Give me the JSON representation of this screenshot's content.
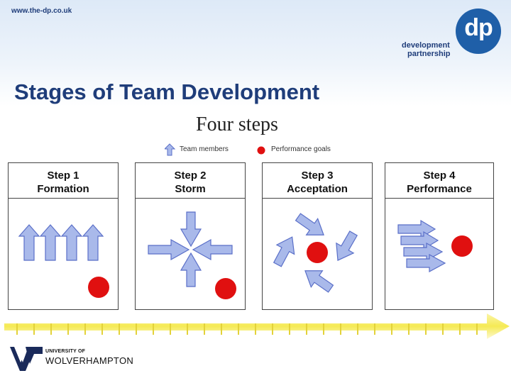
{
  "header": {
    "site_url": "www.the-dp.co.uk",
    "logo": {
      "letters": "dp",
      "line1": "development",
      "line2": "partnership"
    }
  },
  "slide": {
    "title": "Stages of Team Development"
  },
  "figure": {
    "title": "Four steps",
    "legend": [
      {
        "icon": "up-arrow-icon",
        "label": "Team members"
      },
      {
        "icon": "red-dot-icon",
        "label": "Performance goals"
      }
    ],
    "steps": [
      {
        "line1": "Step 1",
        "line2": "Formation"
      },
      {
        "line1": "Step 2",
        "line2": "Storm"
      },
      {
        "line1": "Step 3",
        "line2": "Acceptation"
      },
      {
        "line1": "Step 4",
        "line2": "Performance"
      }
    ]
  },
  "footer": {
    "university_small": "UNIVERSITY OF",
    "university_big": "WOLVERHAMPTON"
  },
  "colors": {
    "brand_blue": "#1f5fa8",
    "title_blue": "#1f3d7a",
    "arrow_fill": "#a9b9ea",
    "arrow_stroke": "#5a6fc8",
    "goal_red": "#e01010",
    "timeline_yellow": "#f5ea55"
  }
}
